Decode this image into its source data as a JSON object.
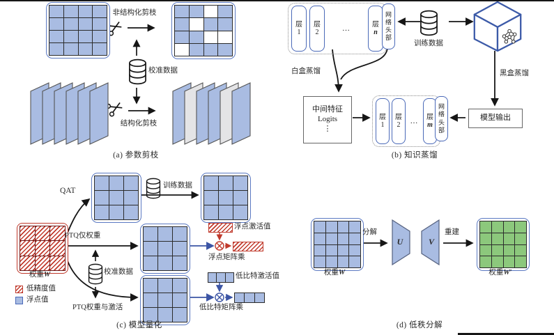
{
  "colors": {
    "cell_blue": "#a9bce2",
    "cell_green": "#8cc87c",
    "accent_blue": "#4a69b8",
    "accent_red": "#c0392b",
    "arrow_blue": "#3c55a5",
    "pruned_gray": "#e4e4e6"
  },
  "panel_a": {
    "caption": "(a) 参数剪枝",
    "unstructured_label": "非结构化剪枝",
    "structured_label": "结构化剪枝",
    "calibration_label": "校准数据",
    "dense_matrix": {
      "rows": 4,
      "cols": 4,
      "pattern": [
        [
          1,
          1,
          1,
          1
        ],
        [
          1,
          1,
          1,
          1
        ],
        [
          1,
          1,
          1,
          1
        ],
        [
          1,
          1,
          1,
          1
        ]
      ]
    },
    "pruned_matrix": {
      "rows": 4,
      "cols": 4,
      "pattern": [
        [
          1,
          1,
          0,
          1
        ],
        [
          1,
          0,
          1,
          1
        ],
        [
          1,
          1,
          0,
          0
        ],
        [
          0,
          1,
          1,
          1
        ]
      ]
    },
    "layer_stack_before": [
      "kept",
      "kept",
      "kept",
      "kept",
      "kept",
      "kept"
    ],
    "layer_stack_after": [
      "kept",
      "pruned",
      "kept",
      "kept",
      "pruned",
      "kept"
    ]
  },
  "panel_b": {
    "caption": "(b) 知识蒸馏",
    "teacher_layers": [
      {
        "t": "层",
        "b": "1"
      },
      {
        "t": "层",
        "b": "2"
      },
      {
        "t": "层",
        "b": "n"
      }
    ],
    "ellipsis": "…",
    "network_head_label": "网络头部",
    "train_data_label": "训练数据",
    "whitebox_label": "白盒蒸馏",
    "blackbox_label": "黑盒蒸馏",
    "mid_feature_lines": [
      "中间特征",
      "Logits",
      "⋮"
    ],
    "model_output_label": "模型输出",
    "student_layers": [
      {
        "t": "层",
        "b": "1"
      },
      {
        "t": "层",
        "b": "2"
      },
      {
        "t": "层",
        "b": "m"
      }
    ]
  },
  "panel_c": {
    "caption": "(c) 模型量化",
    "weight_label_cn": "权重",
    "weight_var": "W",
    "qat_label": "QAT",
    "ptq_weight_label": "PTQ仅权重",
    "ptq_weight_act_label": "PTQ权重与激活",
    "train_data_label": "训练数据",
    "calibration_label": "校准数据",
    "float_act_label": "浮点激活值",
    "float_matmul_label": "浮点矩阵乘",
    "lowbit_act_label": "低比特激活值",
    "lowbit_matmul_label": "低比特矩阵乘",
    "legend": [
      {
        "swatch": "hatched",
        "label": "低精度值"
      },
      {
        "swatch": "float",
        "label": "浮点值"
      }
    ],
    "weight_matrix": {
      "rows": 3,
      "cols": 3,
      "pattern": [
        [
          1,
          1,
          1
        ],
        [
          1,
          1,
          1
        ],
        [
          1,
          1,
          1
        ]
      ]
    },
    "qat_matrix_1": {
      "rows": 3,
      "cols": 3,
      "pattern": [
        [
          1,
          1,
          1
        ],
        [
          1,
          1,
          1
        ],
        [
          1,
          1,
          1
        ]
      ]
    },
    "qat_matrix_2": {
      "rows": 3,
      "cols": 3,
      "pattern": [
        [
          1,
          1,
          1
        ],
        [
          1,
          1,
          1
        ],
        [
          1,
          1,
          1
        ]
      ]
    },
    "ptq_matrix_1": {
      "rows": 3,
      "cols": 3,
      "pattern": [
        [
          1,
          1,
          1
        ],
        [
          1,
          1,
          1
        ],
        [
          1,
          1,
          1
        ]
      ]
    },
    "ptq_matrix_2": {
      "rows": 3,
      "cols": 3,
      "pattern": [
        [
          1,
          1,
          1
        ],
        [
          1,
          1,
          1
        ],
        [
          1,
          1,
          1
        ]
      ]
    },
    "lowbit_act_bar": {
      "rows": 1,
      "cols": 3,
      "pattern": [
        [
          1,
          1,
          1
        ]
      ]
    },
    "lowbit_out_bar": {
      "rows": 1,
      "cols": 3,
      "pattern": [
        [
          1,
          1,
          1
        ]
      ]
    }
  },
  "panel_d": {
    "caption": "(d) 低秩分解",
    "weight_in_cn": "权重",
    "weight_in_var": "W",
    "weight_out_cn": "权重",
    "weight_out_var": "W′",
    "decompose_label": "分解",
    "reconstruct_label": "重建",
    "u_label": "U",
    "v_label": "V",
    "weight_matrix": {
      "rows": 4,
      "cols": 4,
      "pattern": [
        [
          1,
          1,
          1,
          1
        ],
        [
          1,
          1,
          1,
          1
        ],
        [
          1,
          1,
          1,
          1
        ],
        [
          1,
          1,
          1,
          1
        ]
      ]
    },
    "reconstructed_matrix": {
      "rows": 4,
      "cols": 4,
      "pattern": [
        [
          1,
          1,
          1,
          1
        ],
        [
          1,
          1,
          1,
          1
        ],
        [
          1,
          1,
          1,
          1
        ],
        [
          1,
          1,
          1,
          1
        ]
      ]
    }
  }
}
